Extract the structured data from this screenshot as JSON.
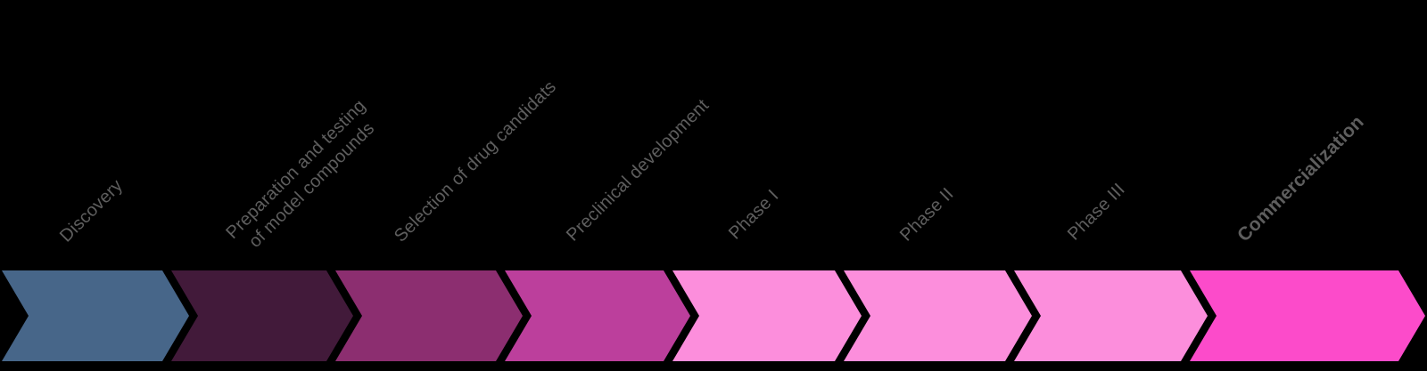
{
  "diagram": {
    "title": "Drug development process chevron timeline",
    "background_color": "#000000",
    "label_color": "#5e5e5e",
    "stages": [
      {
        "label": "Discovery",
        "color": "#476689",
        "bold": false
      },
      {
        "label": "Preparation and testing\nof model compounds",
        "color": "#421A3A",
        "bold": false
      },
      {
        "label": "Selection of drug candidats",
        "color": "#8C2E70",
        "bold": false
      },
      {
        "label": "Preclinical development",
        "color": "#BC3F9C",
        "bold": false
      },
      {
        "label": "Phase I",
        "color": "#FC8EDC",
        "bold": false
      },
      {
        "label": "Phase II",
        "color": "#FC8EDC",
        "bold": false
      },
      {
        "label": "Phase III",
        "color": "#FC8EDC",
        "bold": false
      },
      {
        "label": "Commercialization",
        "color": "#FC4BCA",
        "bold": true
      }
    ]
  }
}
